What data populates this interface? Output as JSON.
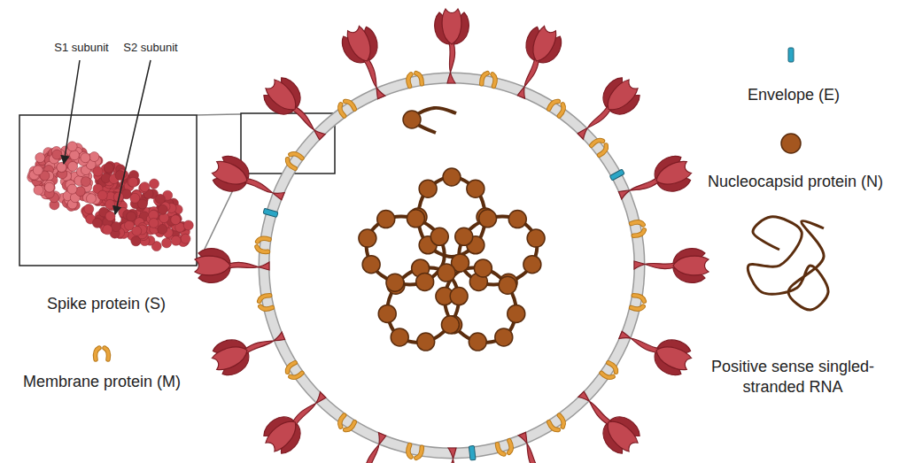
{
  "diagram": {
    "labels": [
      "S1 subunit",
      "S2 subunit",
      "Spike protein (S)",
      "Membrane protein (M)",
      "Envelope (E)",
      "Nucleocapsid protein (N)",
      "Positive sense singled-stranded RNA"
    ]
  }
}
